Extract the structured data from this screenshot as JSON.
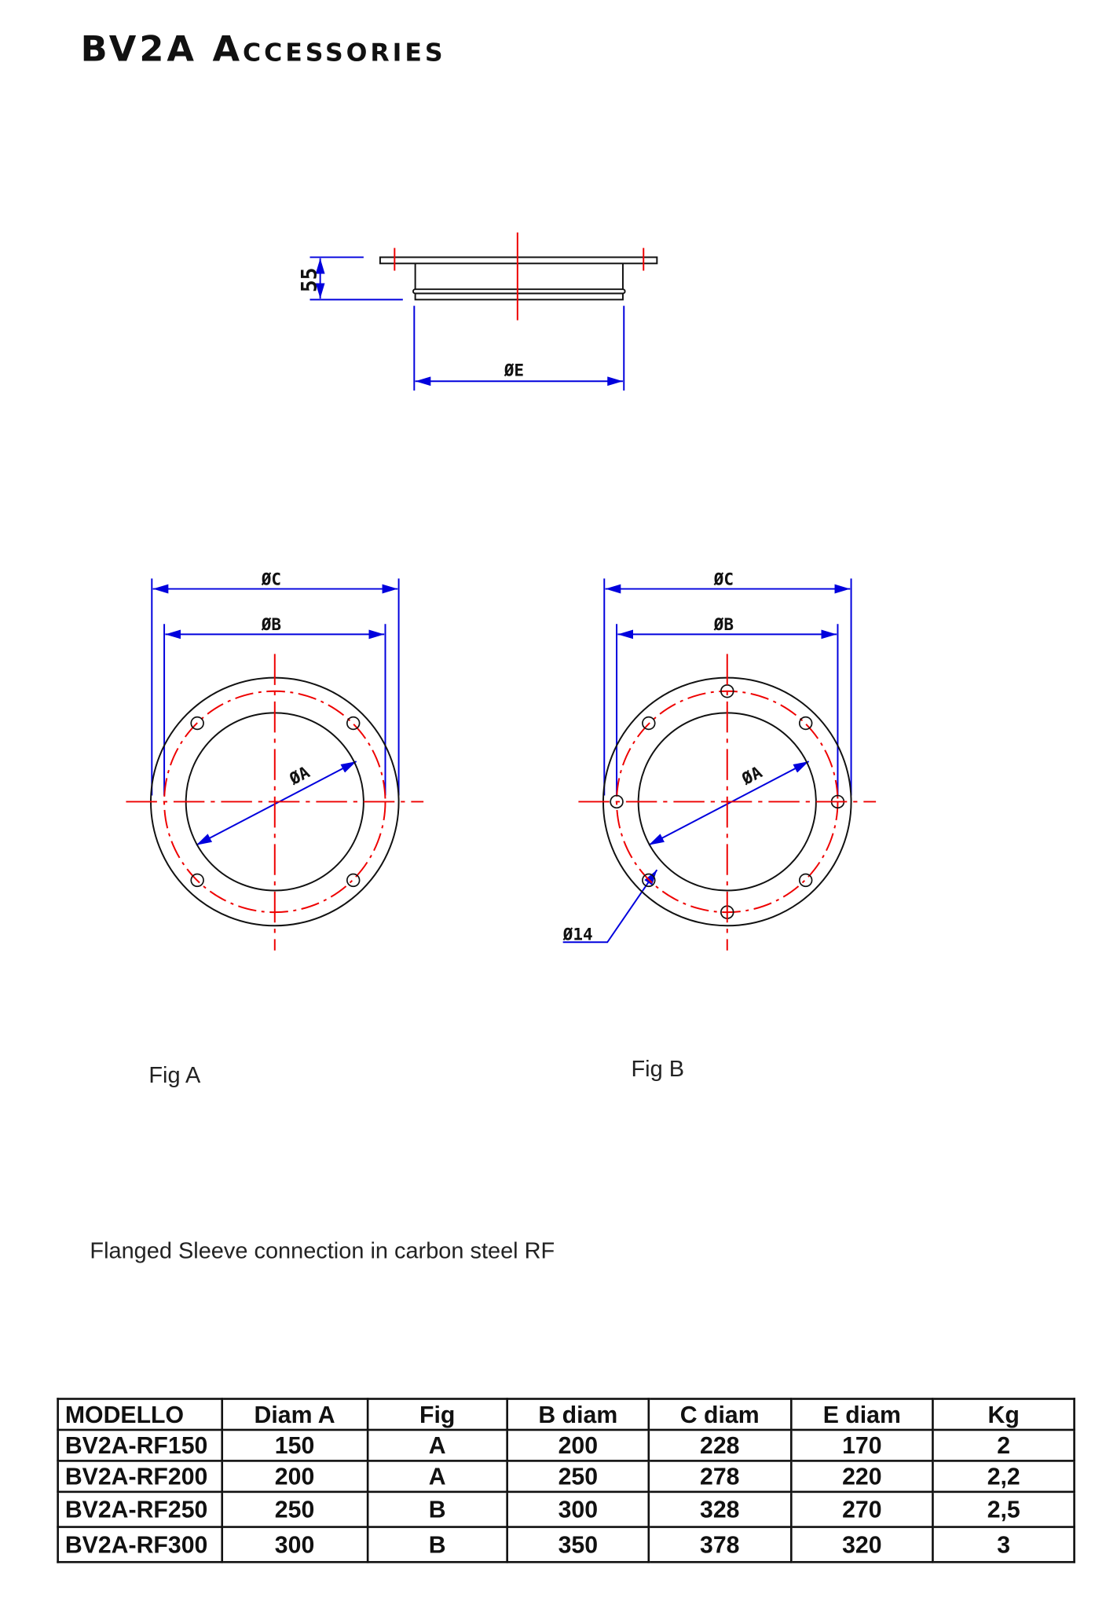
{
  "title": "BV2A Accessories",
  "drawing": {
    "height_label": "55",
    "e_label": "ØE",
    "c_label": "ØC",
    "b_label": "ØB",
    "a_label": "ØA",
    "hole_label": "Ø14",
    "fig_a": "Fig A",
    "fig_b": "Fig B",
    "colors": {
      "dimension": "#0000dd",
      "centerline": "#ee0000",
      "outline": "#111111"
    }
  },
  "caption": "Flanged Sleeve connection in carbon steel  RF",
  "table": {
    "headers": [
      "MODELLO",
      "Diam A",
      "Fig",
      "B diam",
      "C diam",
      "E diam",
      "Kg"
    ],
    "rows": [
      [
        "BV2A-RF150",
        "150",
        "A",
        "200",
        "228",
        "170",
        "2"
      ],
      [
        "BV2A-RF200",
        "200",
        "A",
        "250",
        "278",
        "220",
        "2,2"
      ],
      [
        "BV2A-RF250",
        "250",
        "B",
        "300",
        "328",
        "270",
        "2,5"
      ],
      [
        "BV2A-RF300",
        "300",
        "B",
        "350",
        "378",
        "320",
        "3"
      ]
    ]
  }
}
